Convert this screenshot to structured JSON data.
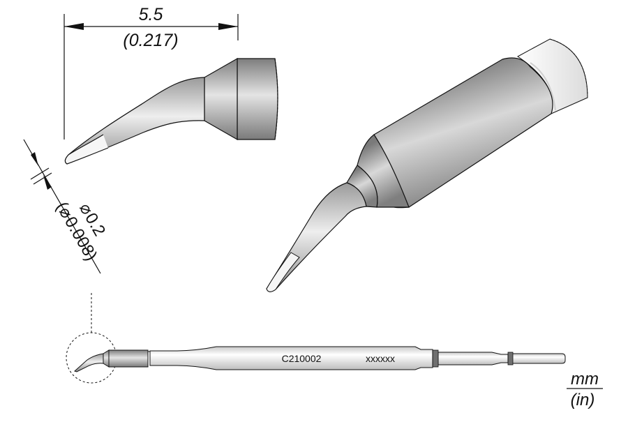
{
  "diagram": {
    "type": "technical-drawing",
    "subject": "soldering cartridge tip",
    "dimensions": {
      "length": {
        "mm": "5.5",
        "in": "(0.217)"
      },
      "tip_diameter": {
        "mm": "0.2",
        "in": "(0.008)",
        "symbol": "⌀"
      }
    },
    "cartridge": {
      "part_number": "C210002",
      "serial_placeholder": "xxxxxx"
    },
    "units": {
      "primary": "mm",
      "secondary": "(in)"
    },
    "colors": {
      "outline": "#111111",
      "body_dark": "#8a8a8a",
      "body_light": "#e6e6e6",
      "tip_plated": "#f4f4f4",
      "band_dark": "#6f6f6f",
      "background": "#ffffff"
    }
  }
}
